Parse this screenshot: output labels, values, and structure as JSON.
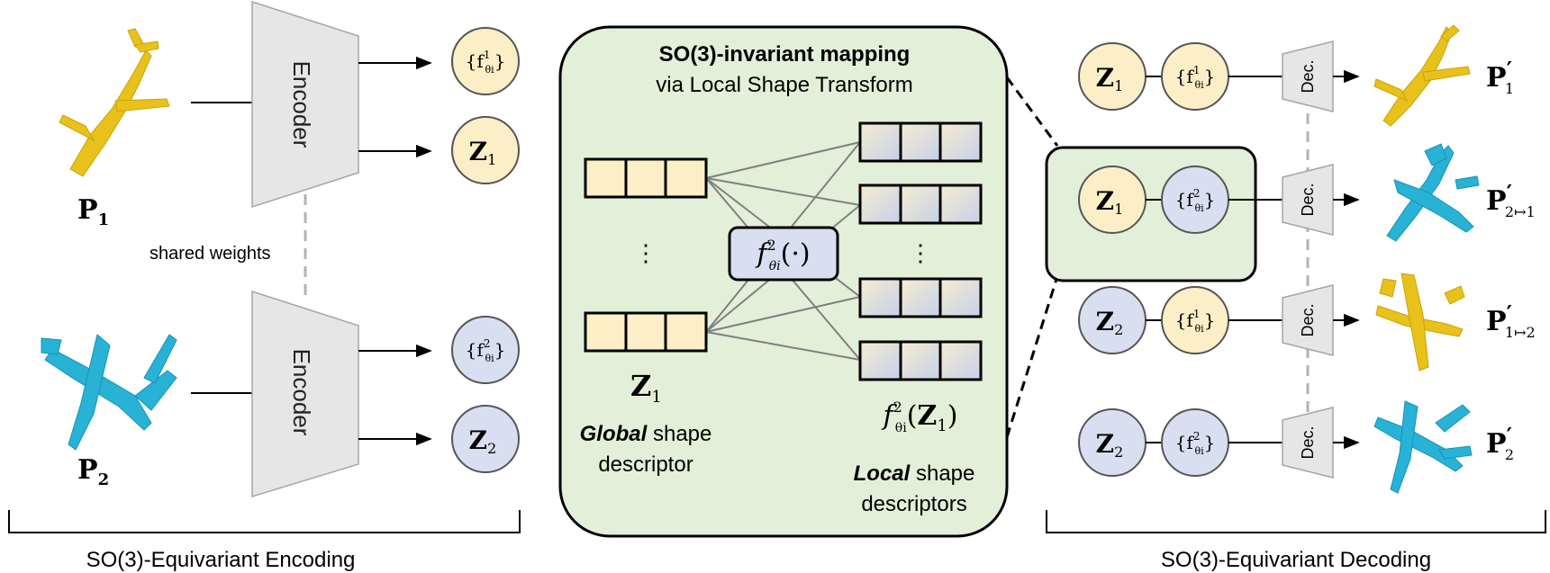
{
  "colors": {
    "yellow_fill": "#fcefc7",
    "blue_fill": "#d7dff0",
    "green_fill": "#e2efd9",
    "encoder_fill": "#e6e6e6",
    "pointcloud_yellow": "#e8c21a",
    "pointcloud_cyan": "#27b2d6"
  },
  "encoding": {
    "encoder_top_label": "Encoder",
    "encoder_bottom_label": "Encoder",
    "shared_weights": "shared weights",
    "p1_label": "P",
    "p1_sub": "1",
    "p2_label": "P",
    "p2_sub": "2",
    "f1_label": "{f",
    "f1_sup": "1",
    "f1_sub": "θi",
    "f1_close": "}",
    "z1_label": "Z",
    "z1_sub": "1",
    "f2_label": "{f",
    "f2_sup": "2",
    "f2_sub": "θi",
    "f2_close": "}",
    "z2_label": "Z",
    "z2_sub": "2",
    "caption": "SO(3)-Equivariant Encoding"
  },
  "mapping": {
    "title": "SO(3)-invariant mapping",
    "subtitle": "via Local Shape Transform",
    "func_f": "f",
    "func_sup": "2",
    "func_sub": "θi",
    "func_args": "(·)",
    "dots_left": "⋮",
    "dots_right": "⋮",
    "z_label": "Z",
    "z_sub": "1",
    "global_bold": "Global",
    "global_rest": " shape",
    "global_line2": "descriptor",
    "out_f": "f",
    "out_sup": "2",
    "out_sub": "θi",
    "out_args_open": "(",
    "out_z": "Z",
    "out_z_sub": "1",
    "out_args_close": ")",
    "local_bold": "Local",
    "local_rest": " shape",
    "local_line2": "descriptors"
  },
  "decoding": {
    "dec_label": "Dec.",
    "rows": [
      {
        "z": "Z",
        "z_sub": "1",
        "f": "{f",
        "f_sup": "1",
        "f_sub": "θi",
        "f_close": "}",
        "out": "P",
        "out_prime": "′",
        "out_sub": "1"
      },
      {
        "z": "Z",
        "z_sub": "1",
        "f": "{f",
        "f_sup": "2",
        "f_sub": "θi",
        "f_close": "}",
        "out": "P",
        "out_prime": "′",
        "out_sub": "2↦1"
      },
      {
        "z": "Z",
        "z_sub": "2",
        "f": "{f",
        "f_sup": "1",
        "f_sub": "θi",
        "f_close": "}",
        "out": "P",
        "out_prime": "′",
        "out_sub": "1↦2"
      },
      {
        "z": "Z",
        "z_sub": "2",
        "f": "{f",
        "f_sup": "2",
        "f_sub": "θi",
        "f_close": "}",
        "out": "P",
        "out_prime": "′",
        "out_sub": "2"
      }
    ],
    "caption": "SO(3)-Equivariant Decoding"
  }
}
